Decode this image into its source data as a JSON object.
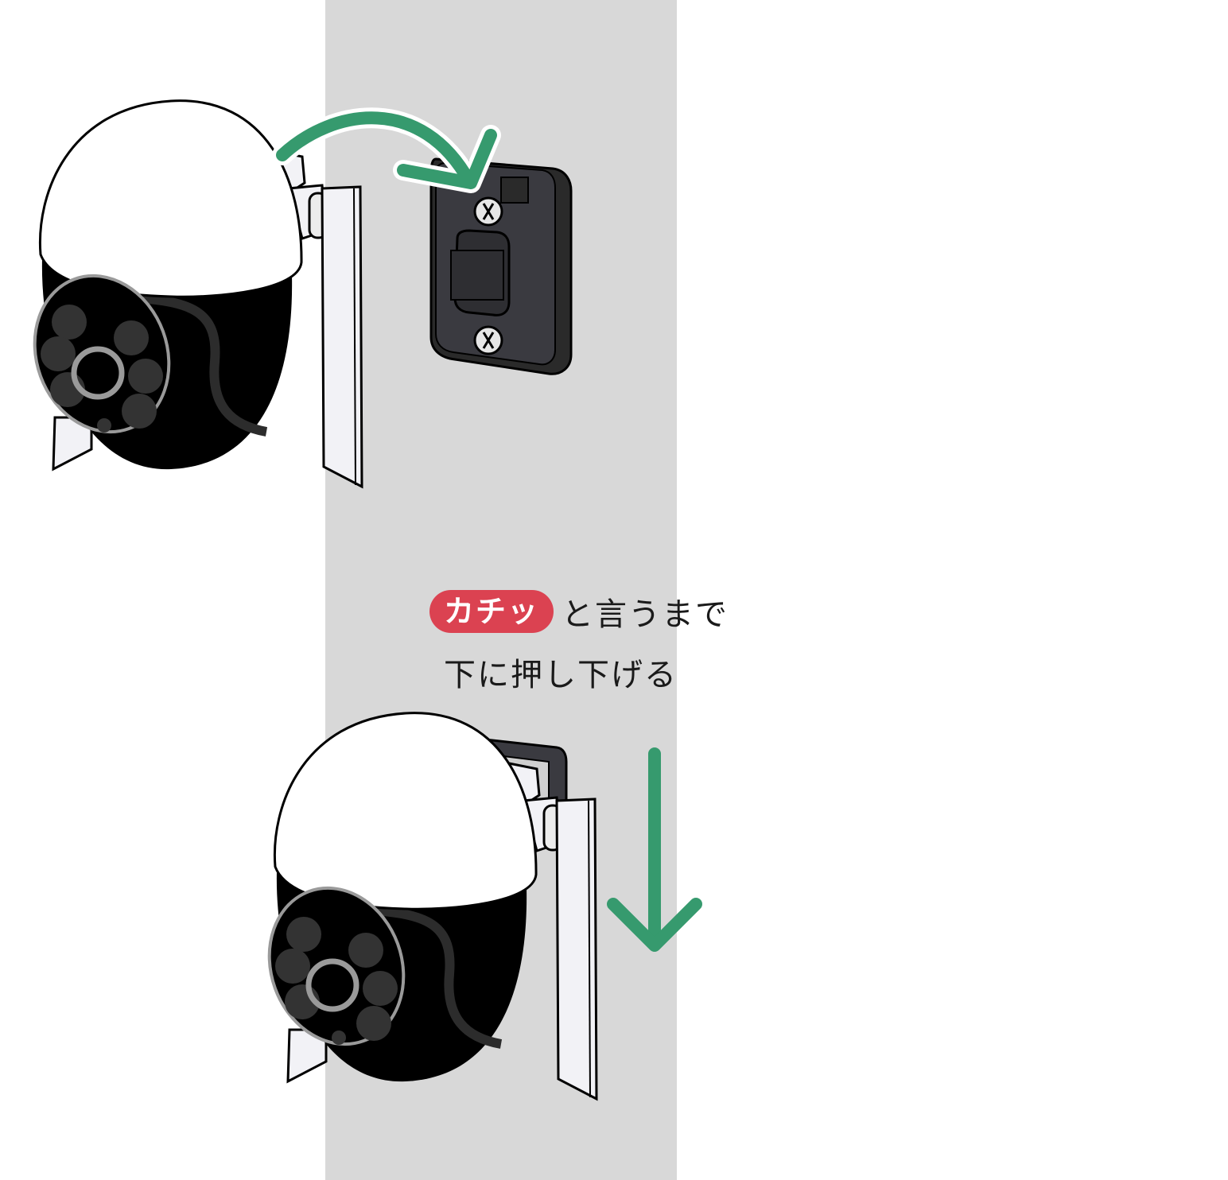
{
  "colors": {
    "wall": "#d8d8d8",
    "arrow": "#369a6e",
    "badge": "#db4251",
    "camera_body": "#000000",
    "camera_dome": "#ffffff",
    "mount_plate": "#3a3a40"
  },
  "icons": [
    "curved-arrow-icon",
    "down-arrow-icon",
    "security-camera-icon",
    "wall-mount-plate-icon"
  ],
  "caption": {
    "badge": "カチッ",
    "line1_rest": "と言うまで",
    "line2": "下に押し下げる"
  }
}
